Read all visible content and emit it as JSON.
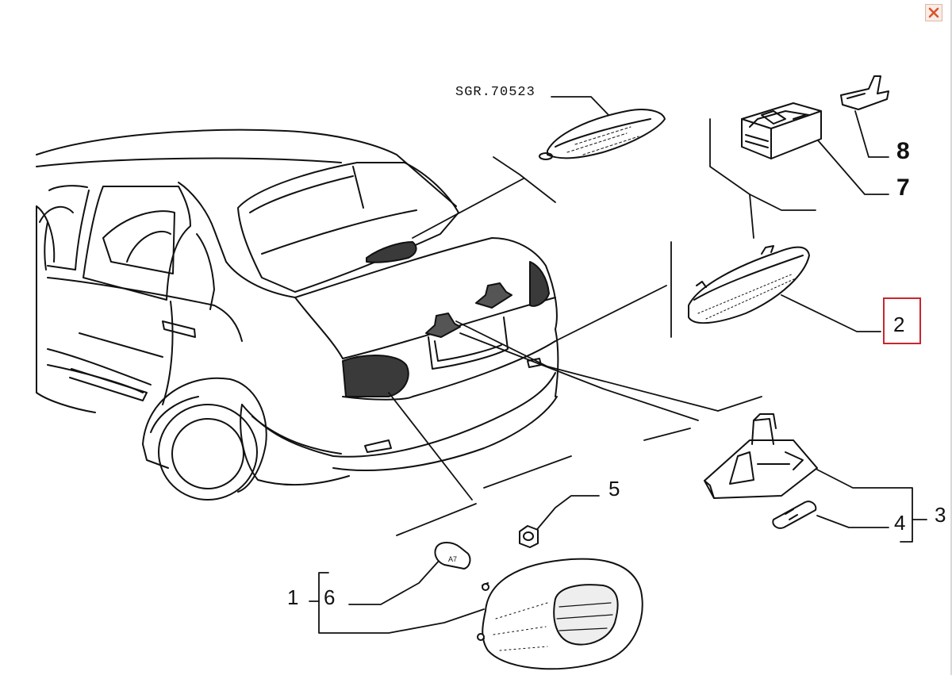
{
  "window": {
    "close_icon": "close-icon",
    "close_color": "#d9542b"
  },
  "diagram": {
    "reference_code": "SGR.70523",
    "callouts": [
      {
        "id": "8",
        "text": "8"
      },
      {
        "id": "7",
        "text": "7"
      },
      {
        "id": "2",
        "text": "2",
        "highlighted": true
      },
      {
        "id": "4",
        "text": "4"
      },
      {
        "id": "3",
        "text": "3"
      },
      {
        "id": "5",
        "text": "5"
      },
      {
        "id": "1",
        "text": "1"
      },
      {
        "id": "6",
        "text": "6"
      }
    ],
    "highlight_color": "#c8262f"
  }
}
